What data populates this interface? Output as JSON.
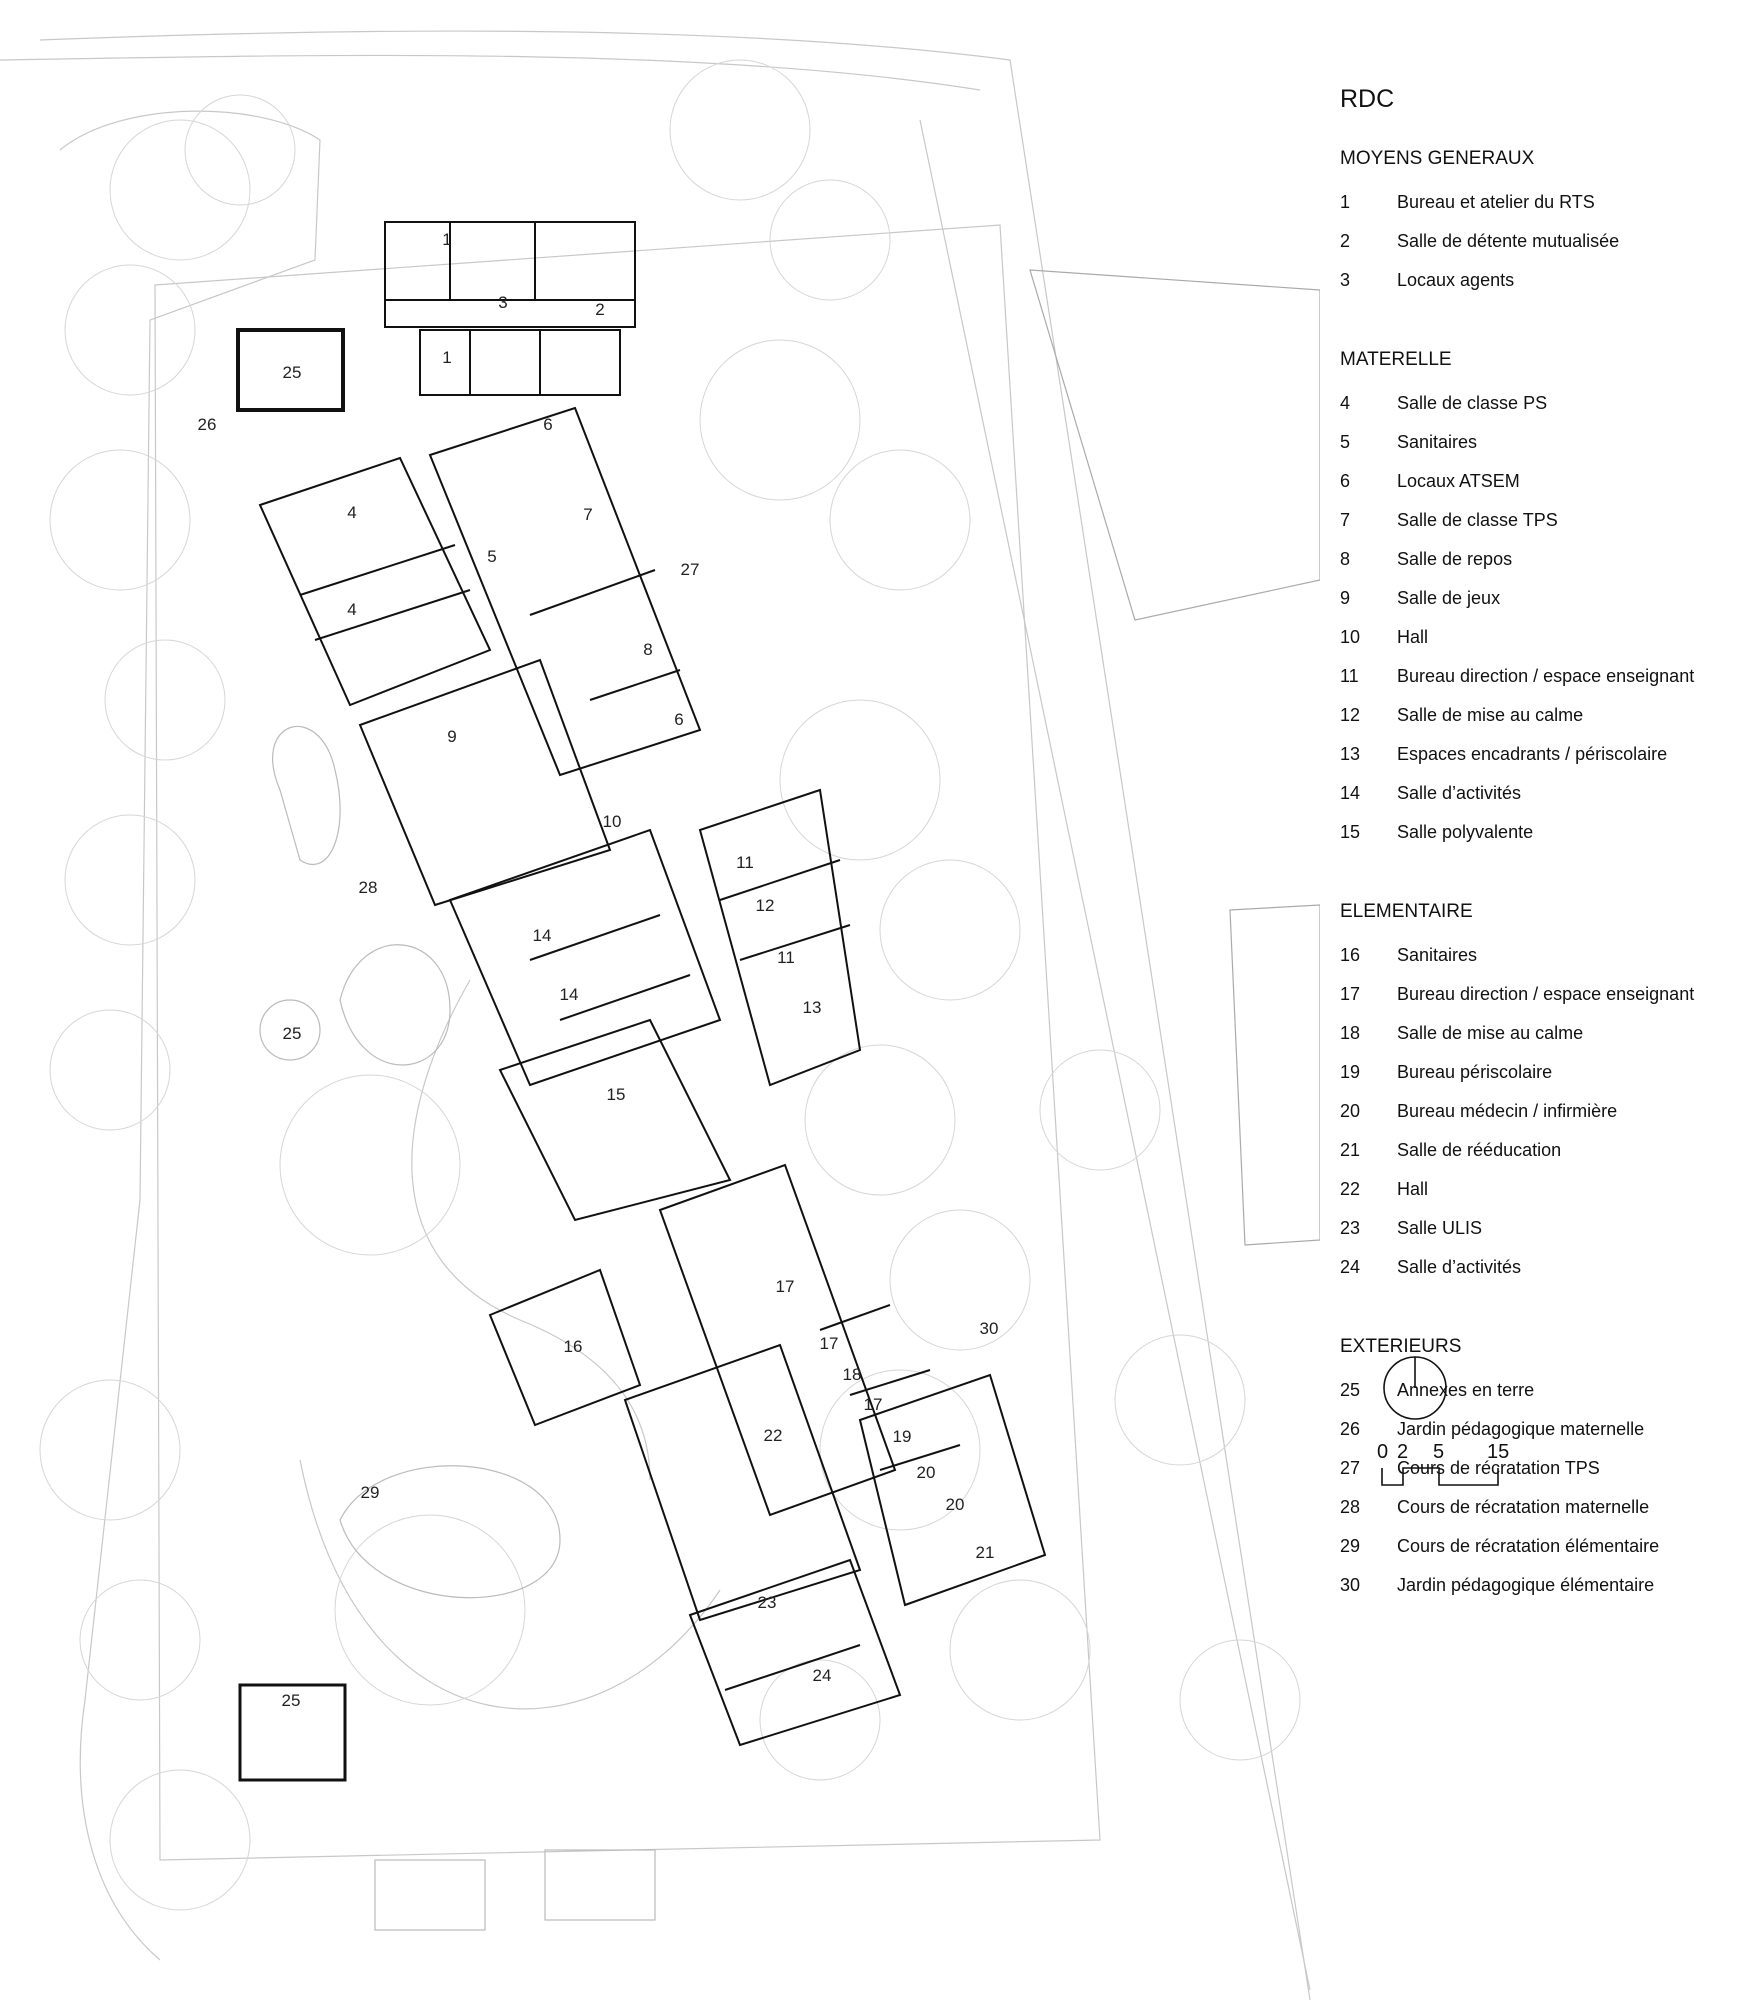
{
  "legend": {
    "title": "RDC",
    "sections": [
      {
        "heading": "MOYENS GENERAUX",
        "items": [
          {
            "num": "1",
            "label": "Bureau et atelier du RTS"
          },
          {
            "num": "2",
            "label": "Salle de détente mutualisée"
          },
          {
            "num": "3",
            "label": "Locaux agents"
          }
        ]
      },
      {
        "heading": "MATERELLE",
        "items": [
          {
            "num": "4",
            "label": "Salle de classe PS"
          },
          {
            "num": "5",
            "label": "Sanitaires"
          },
          {
            "num": "6",
            "label": "Locaux ATSEM"
          },
          {
            "num": "7",
            "label": "Salle de classe TPS"
          },
          {
            "num": "8",
            "label": "Salle de repos"
          },
          {
            "num": "9",
            "label": "Salle de jeux"
          },
          {
            "num": "10",
            "label": "Hall"
          },
          {
            "num": "11",
            "label": "Bureau direction / espace enseignant"
          },
          {
            "num": "12",
            "label": "Salle de mise au calme"
          },
          {
            "num": "13",
            "label": "Espaces encadrants / périscolaire"
          },
          {
            "num": "14",
            "label": "Salle d’activités"
          },
          {
            "num": "15",
            "label": "Salle polyvalente"
          }
        ]
      },
      {
        "heading": "ELEMENTAIRE",
        "items": [
          {
            "num": "16",
            "label": "Sanitaires"
          },
          {
            "num": "17",
            "label": "Bureau direction / espace enseignant"
          },
          {
            "num": "18",
            "label": "Salle de mise au calme"
          },
          {
            "num": "19",
            "label": "Bureau périscolaire"
          },
          {
            "num": "20",
            "label": "Bureau médecin / infirmière"
          },
          {
            "num": "21",
            "label": "Salle de rééducation"
          },
          {
            "num": "22",
            "label": "Hall"
          },
          {
            "num": "23",
            "label": "Salle ULIS"
          },
          {
            "num": "24",
            "label": "Salle d’activités"
          }
        ]
      },
      {
        "heading": "EXTERIEURS",
        "items": [
          {
            "num": "25",
            "label": "Annexes en terre"
          },
          {
            "num": "26",
            "label": "Jardin pédagogique maternelle"
          },
          {
            "num": "27",
            "label": "Cours de récratation TPS"
          },
          {
            "num": "28",
            "label": "Cours de récratation maternelle"
          },
          {
            "num": "29",
            "label": "Cours de récratation élémentaire"
          },
          {
            "num": "30",
            "label": "Jardin pédagogique élémentaire"
          }
        ]
      }
    ]
  },
  "plan_labels": [
    "1",
    "1",
    "3",
    "2",
    "25",
    "26",
    "6",
    "4",
    "7",
    "5",
    "27",
    "4",
    "8",
    "6",
    "9",
    "10",
    "28",
    "11",
    "12",
    "14",
    "11",
    "14",
    "13",
    "25",
    "15",
    "17",
    "16",
    "17",
    "18",
    "17",
    "30",
    "22",
    "19",
    "20",
    "20",
    "29",
    "21",
    "23",
    "24",
    "25"
  ],
  "scale": {
    "ticks": [
      "0",
      "2",
      "5",
      "15"
    ]
  },
  "north_icon": "north-arrow-icon"
}
